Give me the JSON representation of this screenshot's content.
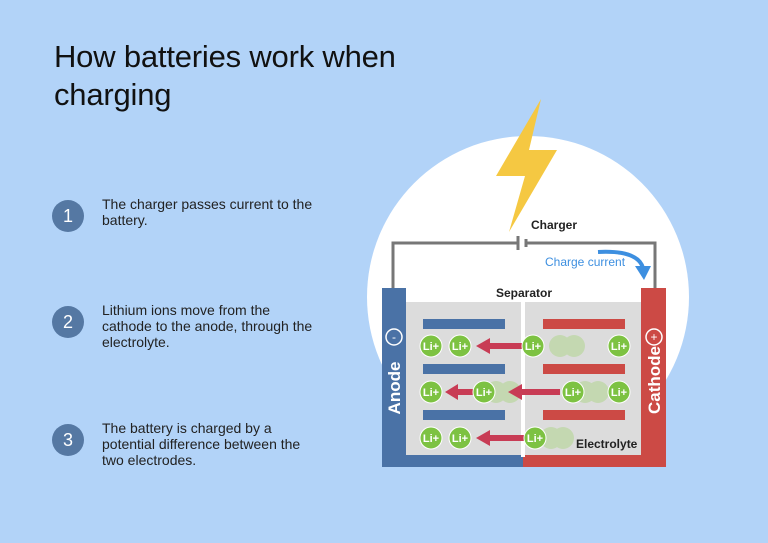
{
  "title": "How batteries work when charging",
  "steps": [
    {
      "number": "1",
      "text": "The charger passes current to the battery."
    },
    {
      "number": "2",
      "text": "Lithium ions move from the cathode to the anode, through the electrolyte."
    },
    {
      "number": "3",
      "text": "The battery is charged by a potential difference between the two electrodes."
    }
  ],
  "diagram": {
    "charger_label": "Charger",
    "charge_current_label": "Charge current",
    "separator_label": "Separator",
    "anode_label": "Anode",
    "cathode_label": "Cathode",
    "anode_sign": "-",
    "cathode_sign": "+",
    "electrolyte_label": "Electrolyte",
    "ion_label": "Li+"
  },
  "colors": {
    "background": "#b2d3f8",
    "anode": "#4a72a6",
    "cathode": "#cc4a45",
    "ion": "#7dc242",
    "lightning": "#f5c842",
    "arrow": "#c83c55",
    "charge_arrow": "#3d8fe0"
  }
}
